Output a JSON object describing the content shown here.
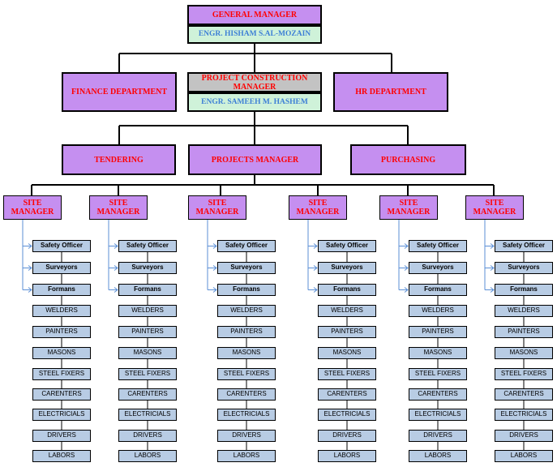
{
  "general_manager": {
    "title": "GENERAL MANAGER",
    "name": "ENGR. HISHAM S.AL-MOZAIN"
  },
  "finance": {
    "title": "FINANCE  DEPARTMENT"
  },
  "project_construction_manager": {
    "title": "PROJECT CONSTRUCTION MANAGER",
    "name": "ENGR. SAMEEH M. HASHEM"
  },
  "hr": {
    "title": "HR DEPARTMENT"
  },
  "tendering": {
    "title": "TENDERING"
  },
  "projects_manager": {
    "title": "PROJECTS MANAGER"
  },
  "purchasing": {
    "title": "PURCHASING"
  },
  "sites": [
    {
      "title": "SITE MANAGER",
      "roles": [
        "Safety Officer",
        "Surveyors",
        "Formans",
        "WELDERS",
        "PAINTERS",
        "MASONS",
        "STEEL FIXERS",
        "CARENTERS",
        "ELECTRICIALS",
        "DRIVERS",
        "LABORS"
      ]
    },
    {
      "title": "SITE MANAGER",
      "roles": [
        "Safety Officer",
        "Surveyors",
        "Formans",
        "WELDERS",
        "PAINTERS",
        "MASONS",
        "STEEL FIXERS",
        "CARENTERS",
        "ELECTRICIALS",
        "DRIVERS",
        "LABORS"
      ]
    },
    {
      "title": "SITE MANAGER",
      "roles": [
        "Safety Officer",
        "Surveyors",
        "Formans",
        "WELDERS",
        "PAINTERS",
        "MASONS",
        "STEEL FIXERS",
        "CARENTERS",
        "ELECTRICIALS",
        "DRIVERS",
        "LABORS"
      ]
    },
    {
      "title": "SITE MANAGER",
      "roles": [
        "Safety Officer",
        "Surveyors",
        "Formans",
        "WELDERS",
        "PAINTERS",
        "MASONS",
        "STEEL FIXERS",
        "CARENTERS",
        "ELECTRICIALS",
        "DRIVERS",
        "LABORS"
      ]
    },
    {
      "title": "SITE MANAGER",
      "roles": [
        "Safety Officer",
        "Surveyors",
        "Formans",
        "WELDERS",
        "PAINTERS",
        "MASONS",
        "STEEL FIXERS",
        "CARENTERS",
        "ELECTRICIALS",
        "DRIVERS",
        "LABORS"
      ]
    },
    {
      "title": "SITE MANAGER",
      "roles": [
        "Safety Officer",
        "Surveyors",
        "Formans",
        "WELDERS",
        "PAINTERS",
        "MASONS",
        "STEEL FIXERS",
        "CARENTERS",
        "ELECTRICIALS",
        "DRIVERS",
        "LABORS"
      ]
    }
  ],
  "colors": {
    "executive_fill": "#c58ff0",
    "highlight_fill": "#c3c3c3",
    "name_fill": "#cff2d9",
    "role_fill": "#b8cce4",
    "title_text": "#ff0000",
    "name_text": "#3d7fd6",
    "connector": "#5b8fd6"
  }
}
